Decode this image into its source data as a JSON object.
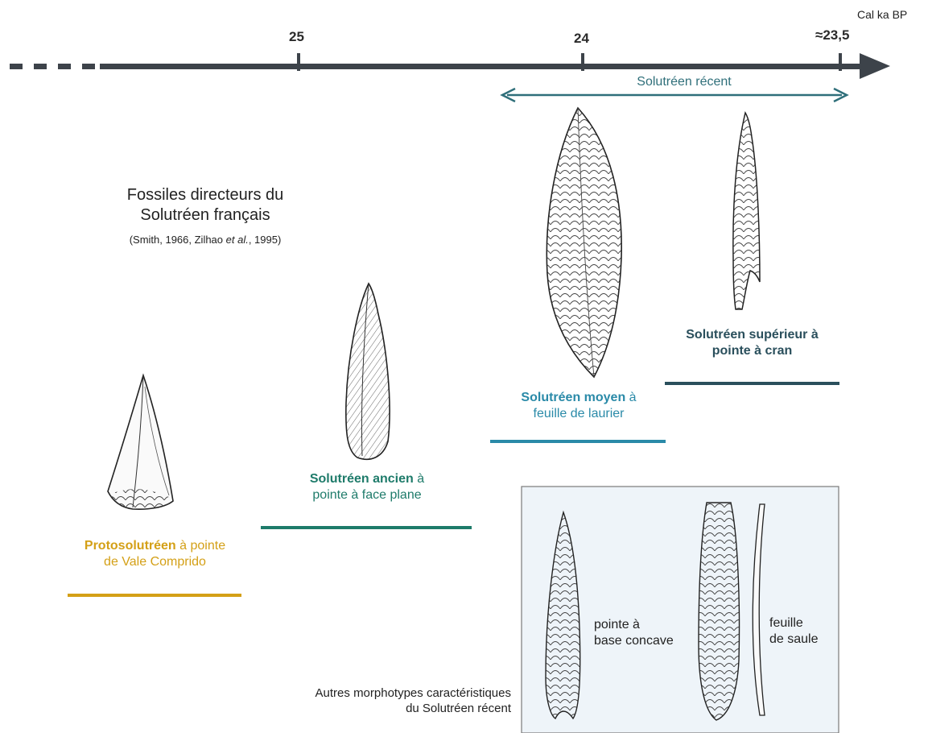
{
  "axis": {
    "unit_label": "Cal ka BP",
    "ticks": [
      {
        "label": "25"
      },
      {
        "label": "24"
      },
      {
        "label": "≈23,5"
      }
    ]
  },
  "recent_span": {
    "label": "Solutréen récent"
  },
  "title": {
    "line1": "Fossiles directeurs du",
    "line2": "Solutréen français",
    "citation_pre": "(Smith, 1966, Zilhao ",
    "citation_italic": "et al.",
    "citation_post": ", 1995)"
  },
  "phases": [
    {
      "id": "proto",
      "name": "Protosolutréen",
      "desc_inline": " à pointe",
      "desc_line2": "de Vale Comprido",
      "color": "#d4a017"
    },
    {
      "id": "ancien",
      "name": "Solutréen ancien",
      "desc_inline": " à",
      "desc_line2": "pointe à face plane",
      "color": "#1e7b6a"
    },
    {
      "id": "moyen",
      "name": "Solutréen moyen",
      "desc_inline": " à",
      "desc_line2": "feuille de laurier",
      "color": "#2a8aa8"
    },
    {
      "id": "superieur",
      "name": "Solutréen supérieur à",
      "desc_inline": "",
      "desc_line2": "pointe à cran",
      "color": "#2a4f5c"
    }
  ],
  "other_types": {
    "caption_line1": "Autres morphotypes caractéristiques",
    "caption_line2": "du Solutréen récent",
    "item1_line1": "pointe à",
    "item1_line2": "base concave",
    "item2_line1": "feuille",
    "item2_line2": "de saule"
  },
  "colors": {
    "axis": "#3d434a",
    "recent": "#2f6f7a",
    "box_fill": "#eef4f9",
    "box_border": "#7a7a7a"
  }
}
